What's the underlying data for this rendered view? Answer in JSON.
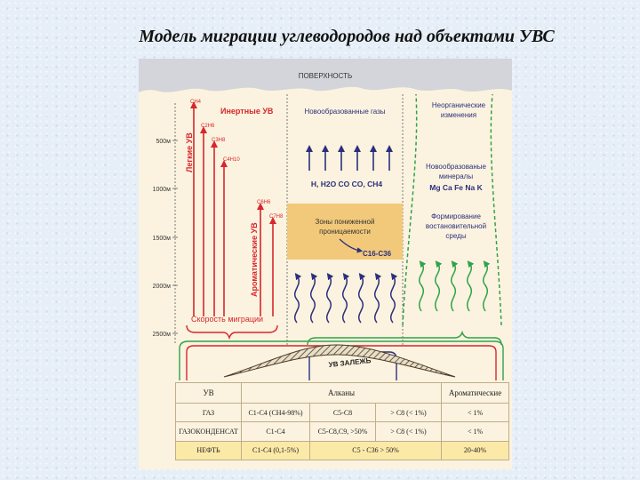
{
  "title": "Модель миграции углеводородов над объектами УВС",
  "diagram": {
    "surface_label": "ПОВЕРХНОСТЬ",
    "depth_labels": [
      "500м",
      "1000м",
      "1500м",
      "2000м",
      "2500м"
    ],
    "light_hc_label": "Легкие УВ",
    "inert_hc_label": "Инертные УВ",
    "aromatic_hc_label": "Ароматические УВ",
    "light_species": [
      "CH4",
      "C2H6",
      "C3H8",
      "C4H10"
    ],
    "aromatic_species": [
      "C6H6",
      "C7H8"
    ],
    "new_gases_label": "Новообразованные газы",
    "gases_formula": "H, H2O CO CO, CH4",
    "low_perm_label": "Зоны пониженной проницаемости",
    "c16_label": "C16-C36",
    "migration_speed_label": "Скорость миграции",
    "inorganic_changes_label": "Неорганические изменения",
    "new_minerals_label": "Новообразованные минералы",
    "elements_label": "Mg Ca Fe Na K",
    "reducing_env_label": "Формирование востановительной среды",
    "deposit_label": "УВ ЗАЛЕЖЬ"
  },
  "table": {
    "headers": [
      "УВ",
      "Алканы",
      "Ароматические"
    ],
    "rows": [
      {
        "type": "ГАЗ",
        "c1": "C1-C4 (CH4-98%)",
        "c2": "C5-C8",
        "c3": "> C8 (< 1%)",
        "arom": "< 1%"
      },
      {
        "type": "ГАЗОКОНДЕНСАТ",
        "c1": "C1-C4",
        "c2": "C5-C8,C9, >50%",
        "c3": "> C8 (< 1%)",
        "arom": "< 1%"
      },
      {
        "type": "НЕФТЬ",
        "c1": "C1-C4 (0,1-5%)",
        "c2": "C5 - C36 > 50%",
        "c3": "",
        "arom": "20-40%"
      }
    ]
  },
  "colors": {
    "red": "#d8262c",
    "navy": "#2c2f7e",
    "green": "#2fa24a",
    "permeability": "#f2c97a",
    "panel": "#fbf3df"
  }
}
